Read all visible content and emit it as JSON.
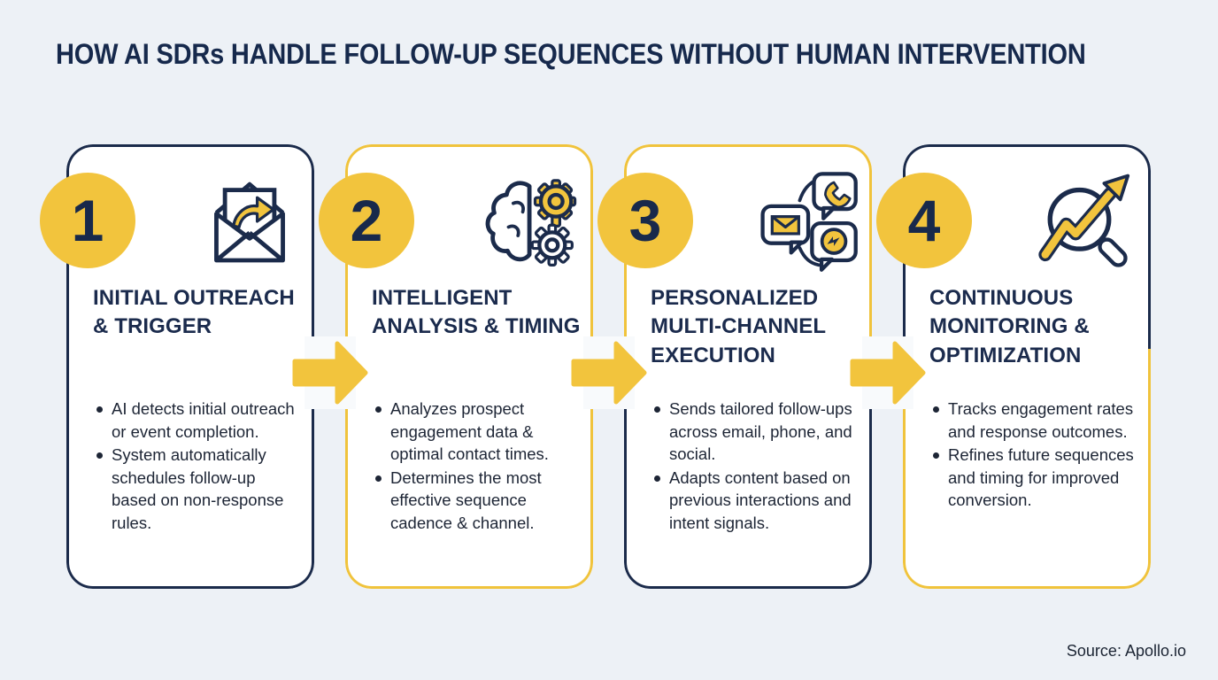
{
  "title": "HOW AI SDRs HANDLE FOLLOW-UP SEQUENCES WITHOUT HUMAN INTERVENTION",
  "source": "Source: Apollo.io",
  "colors": {
    "background": "#edf1f6",
    "card_background": "#ffffff",
    "navy": "#1b2b4b",
    "yellow": "#f2c43d",
    "body_text": "#1d2535"
  },
  "steps": [
    {
      "number": "1",
      "icon": "envelope-share-icon",
      "title": "INITIAL OUTREACH & TRIGGER",
      "border_top": "#1b2b4b",
      "border_bottom": "#1b2b4b",
      "bullets": [
        "AI detects initial outreach or event completion.",
        "System automatically schedules follow-up based on non-response rules."
      ]
    },
    {
      "number": "2",
      "icon": "brain-gears-icon",
      "title": "INTELLIGENT ANALYSIS & TIMING",
      "border_top": "#f0c33c",
      "border_bottom": "#f0c33c",
      "bullets": [
        "Analyzes prospect engagement data & optimal contact times.",
        "Determines the most effective sequence cadence & channel."
      ]
    },
    {
      "number": "3",
      "icon": "multi-channel-chat-icon",
      "title": "PERSONALIZED MULTI-CHANNEL EXECUTION",
      "border_top": "#f0c33c",
      "border_bottom": "#1b2b4b",
      "bullets": [
        "Sends tailored follow-ups across email, phone, and social.",
        "Adapts content based on previous interactions and intent signals."
      ]
    },
    {
      "number": "4",
      "icon": "magnifier-growth-icon",
      "title": "CONTINUOUS MONITORING & OPTIMIZATION",
      "border_top": "#1b2b4b",
      "border_bottom": "#f0c33c",
      "bullets": [
        "Tracks engagement rates and response outcomes.",
        "Refines future sequences and timing for improved conversion."
      ]
    }
  ]
}
